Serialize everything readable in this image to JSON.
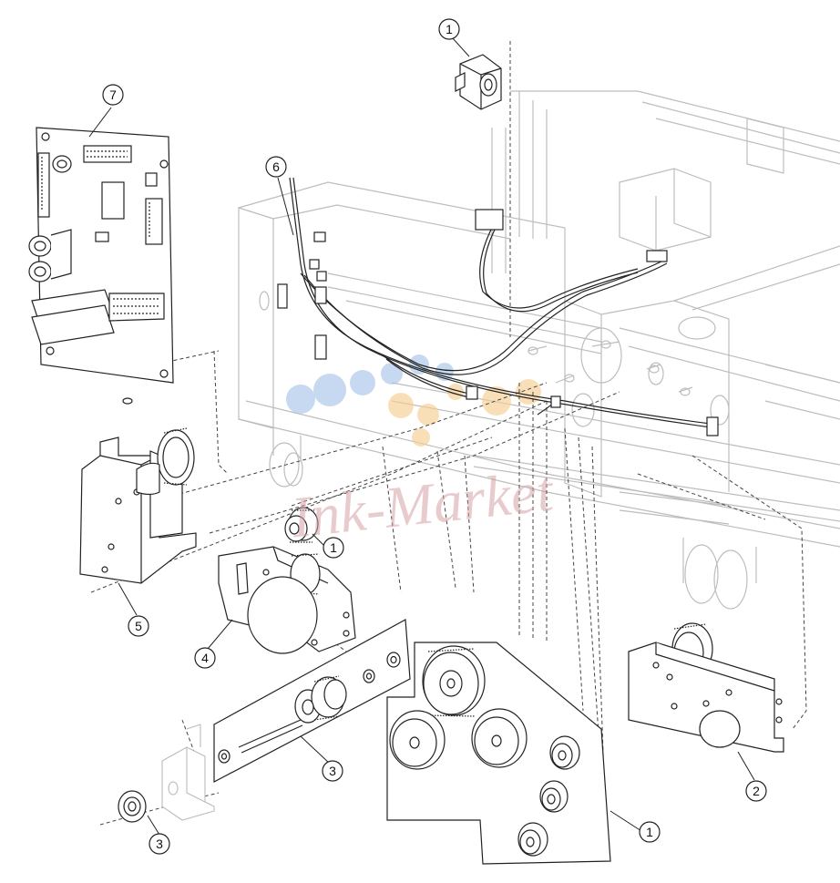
{
  "diagram": {
    "callouts": [
      {
        "id": "c1-top",
        "label": "1"
      },
      {
        "id": "c7",
        "label": "7"
      },
      {
        "id": "c6",
        "label": "6"
      },
      {
        "id": "c1-gear",
        "label": "1"
      },
      {
        "id": "c5",
        "label": "5"
      },
      {
        "id": "c4",
        "label": "4"
      },
      {
        "id": "c3-mid",
        "label": "3"
      },
      {
        "id": "c3-low",
        "label": "3"
      },
      {
        "id": "c1-bottom",
        "label": "1"
      },
      {
        "id": "c2",
        "label": "2"
      }
    ],
    "watermark": "Ink-Market",
    "colors": {
      "line": "#222222",
      "frame": "#bdbdbd",
      "watermark": "#d7a1a5",
      "dot_blue": "#a9c6ea",
      "dot_orange": "#f7cf93"
    }
  }
}
